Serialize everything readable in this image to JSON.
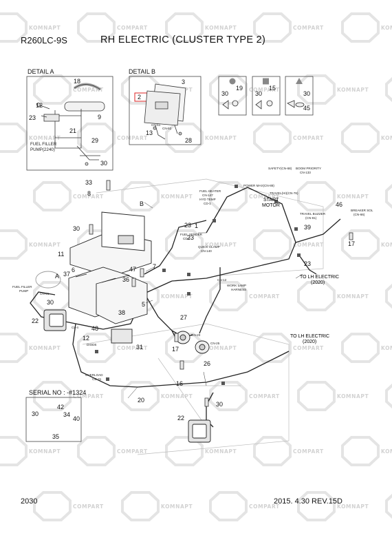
{
  "header": {
    "model": "R260LC-9S",
    "title": "RH ELECTRIC (CLUSTER TYPE 2)"
  },
  "footer": {
    "page": "2030",
    "date_rev": "2015. 4.30  REV.15D"
  },
  "details": {
    "a_label": "DETAIL  A",
    "b_label": "DETAIL  B",
    "serial_label": "SERIAL NO : -#1324"
  },
  "watermark": {
    "brand1": "KOMNAPT",
    "brand2": "COMPART",
    "color": "#d2d2d2"
  },
  "callouts": {
    "n1": "1",
    "n2": "2",
    "n3": "3",
    "n5": "5",
    "n6": "6",
    "n7": "7",
    "n8": "8",
    "n9": "9",
    "n11": "11",
    "n12": "12",
    "n13": "13",
    "n15": "15",
    "n16": "16",
    "n17": "17",
    "n18": "18",
    "n19": "19",
    "n20": "20",
    "n21": "21",
    "n22": "22",
    "n23": "23",
    "n26": "26",
    "n27": "27",
    "n28": "28",
    "n29": "29",
    "n30": "30",
    "n31": "31",
    "n33": "33",
    "n34": "34",
    "n35": "35",
    "n36": "36",
    "n37": "37",
    "n38": "38",
    "n39": "39",
    "n40": "40",
    "n42": "42",
    "n45": "45",
    "n46": "46",
    "n47": "47",
    "n48": "48",
    "A": "A",
    "B": "B"
  },
  "labels": {
    "fuel_filler_pump_a1": "FUEL FILLER",
    "fuel_filler_pump_a2": "PUMP(2240)",
    "fuel_filler_pump_1": "FUEL FILLER",
    "fuel_filler_pump_2": "PUMP",
    "cn41": "CN-41",
    "start_motor_1": "START",
    "start_motor_2": "MOTOR",
    "to_lh_electric": "TO LH ELECTRIC",
    "lh_year": "(2020)",
    "safety": "SAFETY(CN-68)",
    "boom_priority": "BOOM PRIORITY",
    "cn133": "CN-133",
    "power_max": "POWER MAX(CN-88)",
    "travel_hi": "TRAVEL(HI)(CN-76)",
    "fuel_heater": "FUEL HEATER",
    "cn147": "CN-147",
    "hyd_temp": "HYD TEMP",
    "cd1": "CD-1",
    "fuel_sender": "FUEL SENDER",
    "cd2": "CD-2",
    "quick_clamp": "QUICK CLAMP",
    "cn140": "CN-140",
    "travel_buzzer": "TRAVEL BUZZER",
    "cn81": "(CN-81)",
    "breaker_sol": "BREAKER SOL",
    "cn66": "(CN-66)",
    "cn12": "CN-12",
    "work_lamp": "WORK LAMP",
    "harness": "HARNESS",
    "cn20": "CN-20",
    "cn25": "CN-25",
    "cn51": "CN-51",
    "cn52": "CN-52",
    "cl4": "CL-4",
    "diode": "DIODE",
    "overload": "OVERLOAD",
    "cd31": "CD-31"
  }
}
